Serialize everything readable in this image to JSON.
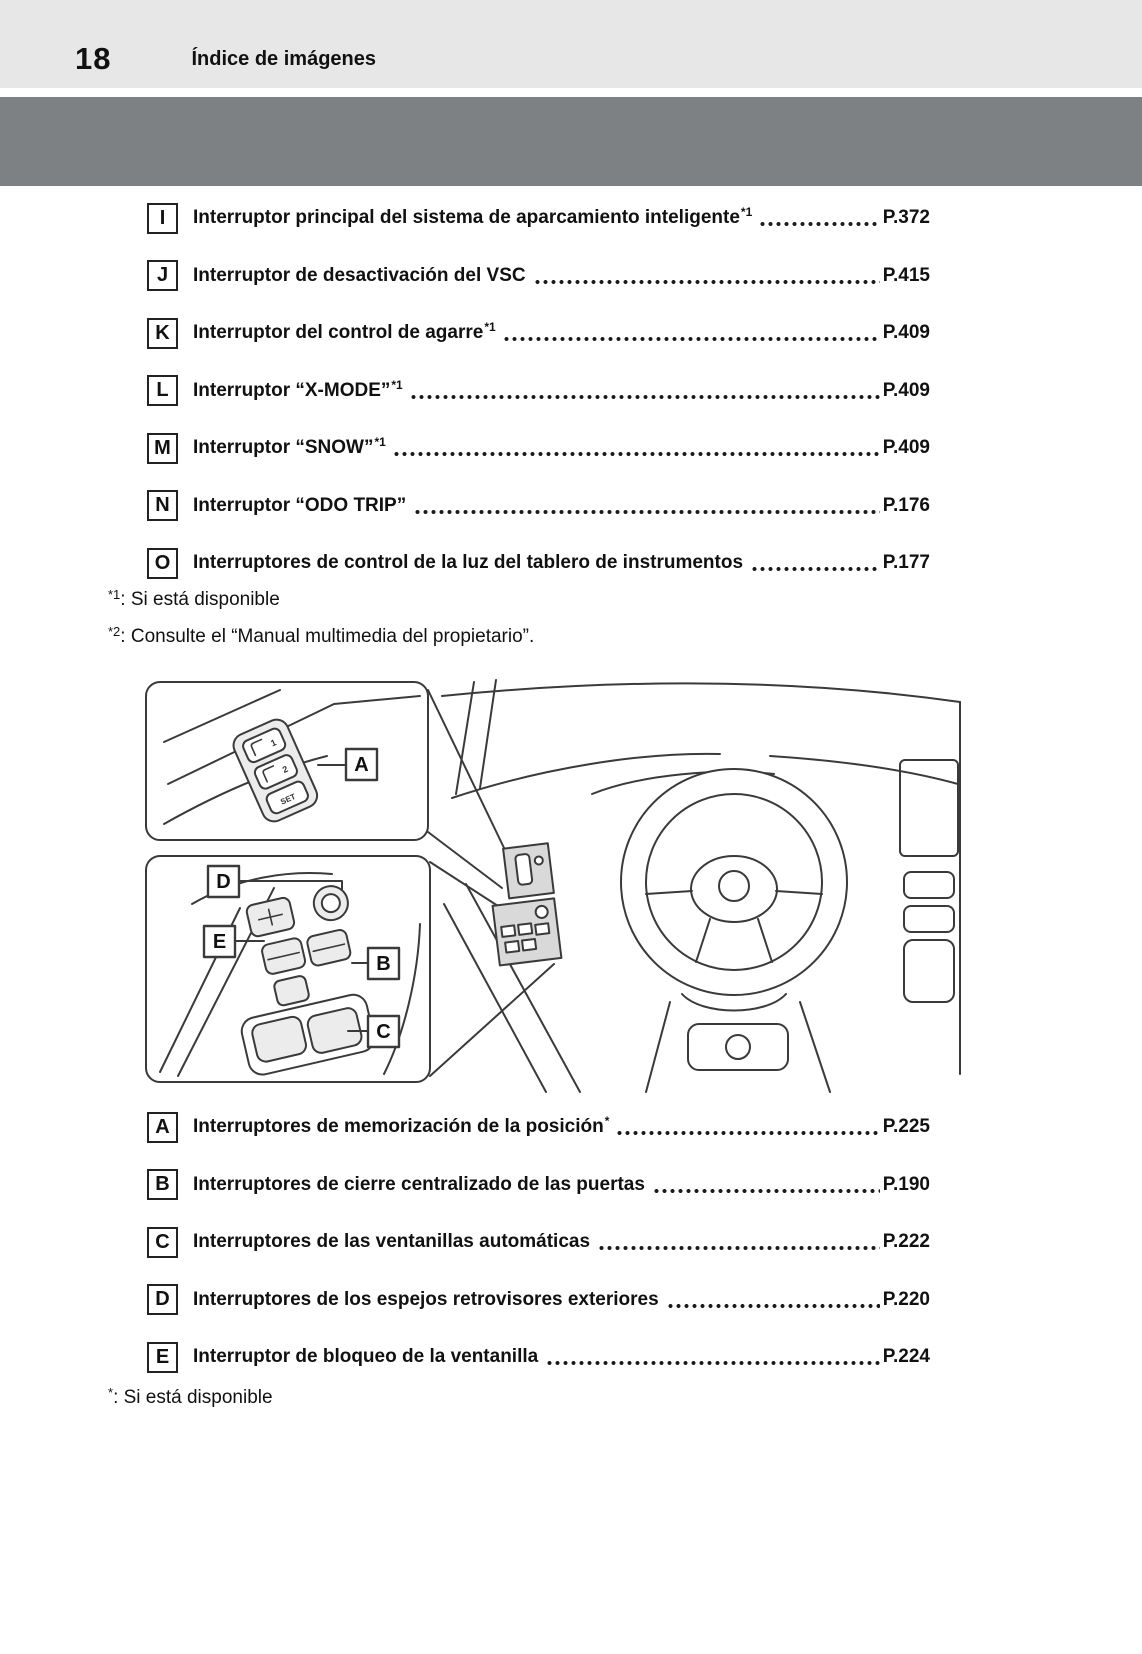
{
  "header": {
    "page_number": "18",
    "title": "Índice de imágenes"
  },
  "colors": {
    "header_bg": "#e7e7e7",
    "section_band": "#7e8184",
    "text": "#111111",
    "diagram_stroke": "#3a3a3a",
    "highlight_fill": "#d9d9d9"
  },
  "index_top": {
    "items": [
      {
        "letter": "I",
        "label": "Interruptor principal del sistema de aparcamiento inteligente",
        "sup": "*1",
        "page": "P.372"
      },
      {
        "letter": "J",
        "label": "Interruptor de desactivación del VSC",
        "sup": "",
        "page": "P.415"
      },
      {
        "letter": "K",
        "label": "Interruptor del control de agarre",
        "sup": "*1",
        "page": "P.409"
      },
      {
        "letter": "L",
        "label": "Interruptor “X-MODE”",
        "sup": "*1",
        "page": "P.409"
      },
      {
        "letter": "M",
        "label": "Interruptor “SNOW”",
        "sup": "*1",
        "page": "P.409"
      },
      {
        "letter": "N",
        "label": "Interruptor “ODO TRIP”",
        "sup": "",
        "page": "P.176"
      },
      {
        "letter": "O",
        "label": "Interruptores de control de la luz del tablero de instrumentos",
        "sup": "",
        "page": "P.177"
      }
    ]
  },
  "footnotes_top": [
    {
      "marker": "*1",
      "text": ":  Si está disponible"
    },
    {
      "marker": "*2",
      "text": ":  Consulte el “Manual multimedia del propietario”."
    }
  ],
  "diagram": {
    "callouts": {
      "a": "A",
      "b": "B",
      "c": "C",
      "d": "D",
      "e": "E"
    },
    "seat_switch": {
      "pos1": "1",
      "pos2": "2",
      "set_label": "SET"
    }
  },
  "index_bottom": {
    "items": [
      {
        "letter": "A",
        "label": "Interruptores de memorización de la posición",
        "sup": "*",
        "page": "P.225"
      },
      {
        "letter": "B",
        "label": "Interruptores de cierre centralizado de las puertas",
        "sup": "",
        "page": "P.190"
      },
      {
        "letter": "C",
        "label": "Interruptores de las ventanillas automáticas",
        "sup": "",
        "page": "P.222"
      },
      {
        "letter": "D",
        "label": "Interruptores de los espejos retrovisores exteriores",
        "sup": "",
        "page": "P.220"
      },
      {
        "letter": "E",
        "label": "Interruptor de bloqueo de la ventanilla",
        "sup": "",
        "page": "P.224"
      }
    ]
  },
  "footnote_bottom": {
    "marker": "*",
    "text": ":  Si está disponible"
  }
}
